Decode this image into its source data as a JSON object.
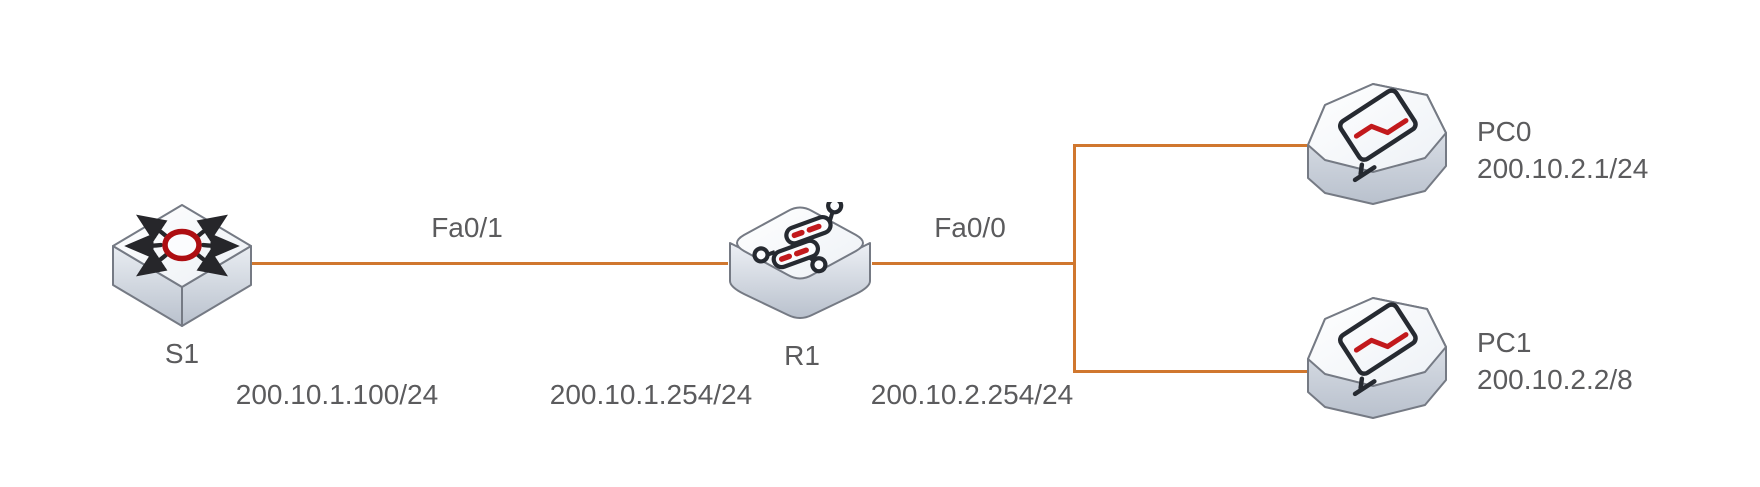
{
  "diagram_type": "network-topology",
  "devices": {
    "s1": {
      "type": "switch",
      "label": "S1",
      "ip": "200.10.1.100/24"
    },
    "r1": {
      "type": "router",
      "label": "R1",
      "ip_fa01": "200.10.1.254/24",
      "ip_fa00": "200.10.2.254/24"
    },
    "pc0": {
      "type": "pc",
      "label": "PC0",
      "ip": "200.10.2.1/24"
    },
    "pc1": {
      "type": "pc",
      "label": "PC1",
      "ip": "200.10.2.2/8"
    }
  },
  "links": [
    {
      "from": "S1",
      "to": "R1",
      "label": "Fa0/1"
    },
    {
      "from": "R1",
      "to": "LAN junction",
      "label": "Fa0/0"
    },
    {
      "from": "LAN junction",
      "to": "PC0",
      "label": ""
    },
    {
      "from": "LAN junction",
      "to": "PC1",
      "label": ""
    }
  ],
  "colors": {
    "link": "#D0772E",
    "label_text": "#5B5B5D",
    "device_outline": "#757A84",
    "device_side": "#C2C9D4",
    "device_top": "#FBFCFE",
    "switch_ring_red": "#AE0E12",
    "icon_red": "#C2191C",
    "icon_dark": "#262A31"
  }
}
